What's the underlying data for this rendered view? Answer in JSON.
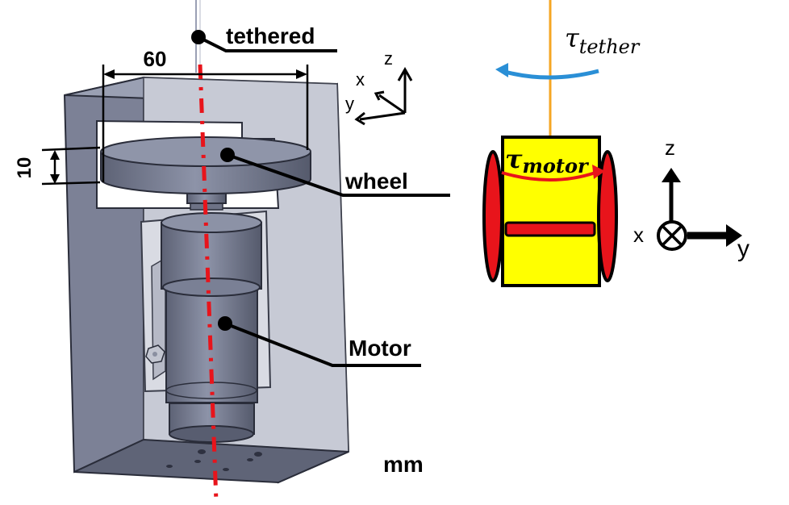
{
  "labels": {
    "tethered": "tethered",
    "wheel": "wheel",
    "motor": "Motor",
    "unit": "mm"
  },
  "dimensions": {
    "width": "60",
    "thickness": "10"
  },
  "axes_left": {
    "x": "x",
    "y": "y",
    "z": "z"
  },
  "axes_right": {
    "x": "x",
    "y": "y",
    "z": "z"
  },
  "torques": {
    "tether_symbol": "τ",
    "tether_sub": "tether",
    "motor_symbol": "τ",
    "motor_sub": "motor"
  },
  "colors": {
    "axis_dash": "#e8141b",
    "tether_line": "#f5a623",
    "tether_torque": "#2a8fd6",
    "robot_body": "#ffff00",
    "wheel_red": "#e8141b",
    "housing": "#7a7f93"
  }
}
